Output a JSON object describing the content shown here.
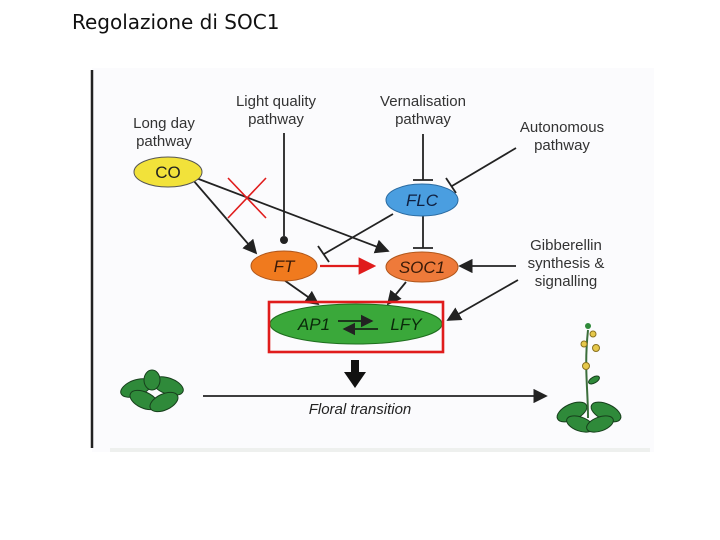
{
  "slide": {
    "title": "Regolazione di SOC1"
  },
  "diagram": {
    "inputs": {
      "long_day": [
        "Long day",
        "pathway"
      ],
      "light_quality": [
        "Light quality",
        "pathway"
      ],
      "vernalisation": [
        "Vernalisation",
        "pathway"
      ],
      "autonomous": [
        "Autonomous",
        "pathway"
      ],
      "gibberellin": [
        "Gibberellin",
        "synthesis &",
        "signalling"
      ]
    },
    "nodes": {
      "co": "CO",
      "flc": "FLC",
      "ft": "FT",
      "soc1": "SOC1",
      "ap1": "AP1",
      "lfy": "LFY"
    },
    "output": "Floral transition",
    "colors": {
      "co": "#f2e23a",
      "flc": "#4a9ee0",
      "ft": "#f07a1e",
      "soc1": "#ee7a3a",
      "ap1_lfy": "#3aa83a",
      "highlight": "#e01c1c",
      "plant": "#2f8a3a"
    }
  }
}
